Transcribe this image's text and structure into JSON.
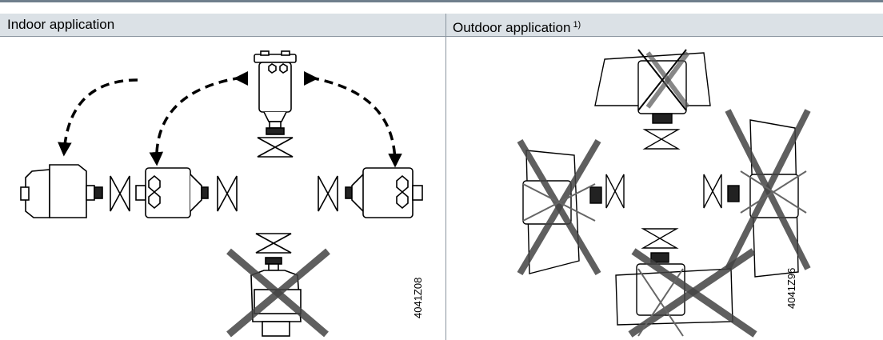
{
  "table": {
    "columns": [
      {
        "title": "Indoor application",
        "note": ""
      },
      {
        "title": "Outdoor application",
        "note": "1)"
      }
    ]
  },
  "figures": {
    "indoor": {
      "code": "4041Z08",
      "icons": [
        "actuator-horizontal-left",
        "actuator-horizontal-front",
        "actuator-upright",
        "actuator-horizontal-right",
        "actuator-inverted-prohibited"
      ]
    },
    "outdoor": {
      "code": "4041Z96",
      "icons": [
        "weather-shield-top",
        "weather-shield-left",
        "weather-shield-right",
        "weather-shield-bottom"
      ]
    }
  }
}
